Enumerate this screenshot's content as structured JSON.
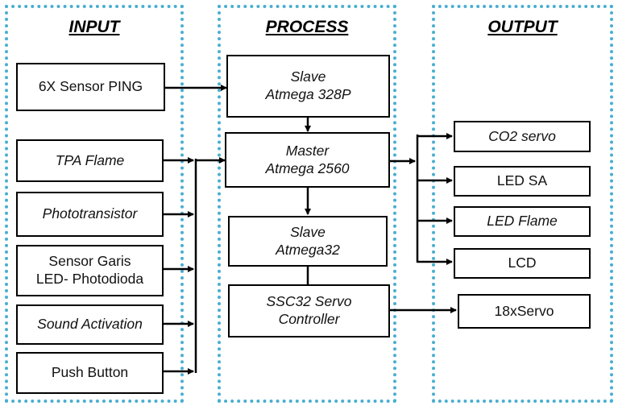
{
  "columns": {
    "input": "INPUT",
    "process": "PROCESS",
    "output": "OUTPUT"
  },
  "input_blocks": {
    "ping": "6X Sensor PING",
    "tpa": "TPA Flame",
    "photo": "Phototransistor",
    "garis": "Sensor Garis\nLED- Photodioda",
    "sound": "Sound Activation",
    "push": "Push Button"
  },
  "process_blocks": {
    "slave328": "Slave\nAtmega 328P",
    "master": "Master\nAtmega 2560",
    "slave32": "Slave\nAtmega32",
    "ssc32": "SSC32 Servo\nController"
  },
  "output_blocks": {
    "co2": "CO2 servo",
    "ledsa": "LED SA",
    "ledflame": "LED Flame",
    "lcd": "LCD",
    "servo18": "18xServo"
  },
  "colors": {
    "panel_border": "#4aaed0",
    "line": "#000000"
  }
}
